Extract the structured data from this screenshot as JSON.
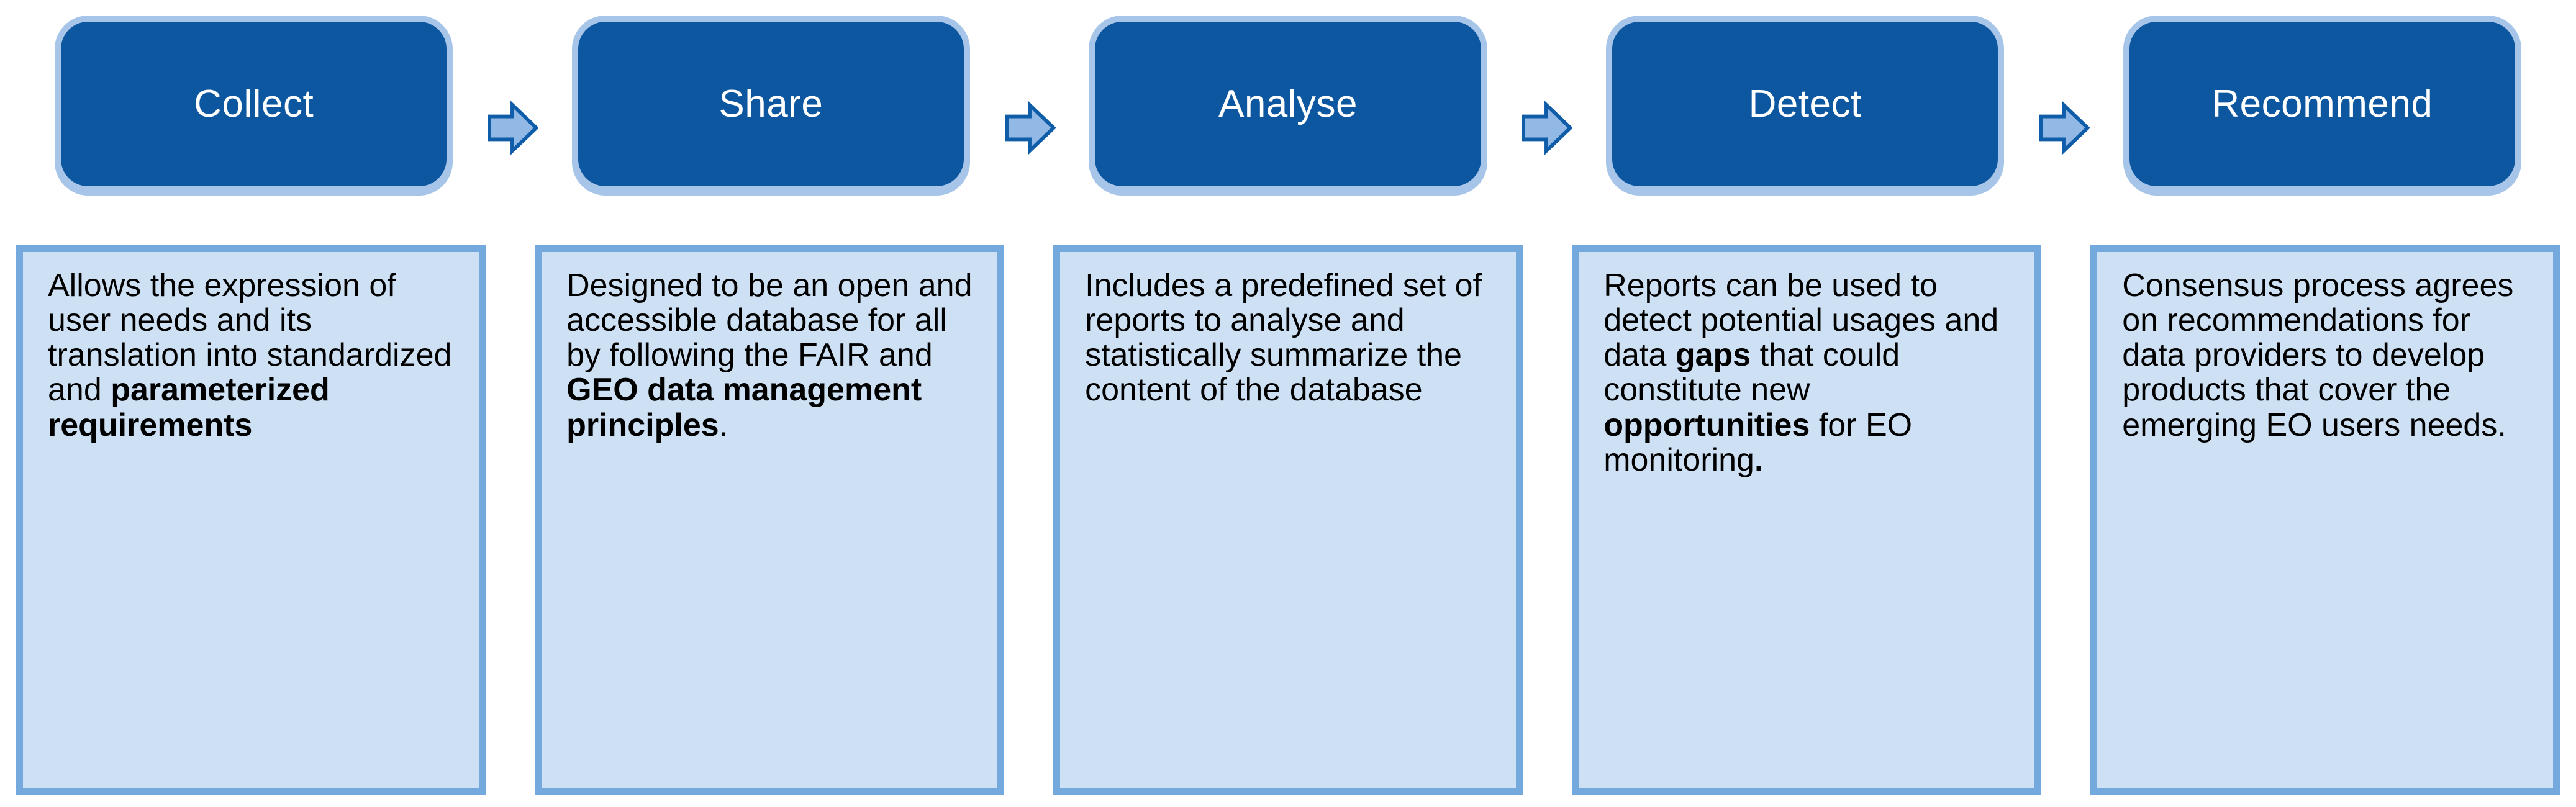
{
  "diagram": {
    "type": "process-flow",
    "connector_icon": "right-block-arrow",
    "colors": {
      "background": "#FFFFFF",
      "header_fill": "#0D57A1",
      "header_border": "#A6C5E8",
      "header_text": "#FFFFFF",
      "description_fill": "#CEE0F3",
      "description_border": "#73A9DC",
      "description_text": "#000000",
      "arrow_fill": "#92B9E5",
      "arrow_stroke": "#0F5CA8"
    },
    "stages": [
      {
        "id": "collect",
        "title": "Collect",
        "description_segments": [
          {
            "text": "Allows the expression of user needs and its translation into standardized and ",
            "bold": false
          },
          {
            "text": "parameterized requirements",
            "bold": true
          }
        ]
      },
      {
        "id": "share",
        "title": "Share",
        "description_segments": [
          {
            "text": "Designed to be an open and accessible database for all by following the FAIR and ",
            "bold": false
          },
          {
            "text": "GEO data management principles",
            "bold": true
          },
          {
            "text": ".",
            "bold": false
          }
        ]
      },
      {
        "id": "analyse",
        "title": "Analyse",
        "description_segments": [
          {
            "text": "Includes a predefined set of reports to analyse and statistically summarize the content of the database",
            "bold": false
          }
        ]
      },
      {
        "id": "detect",
        "title": "Detect",
        "description_segments": [
          {
            "text": "Reports can be used to detect potential usages and data ",
            "bold": false
          },
          {
            "text": "gaps",
            "bold": true
          },
          {
            "text": " that could constitute new ",
            "bold": false
          },
          {
            "text": "opportunities",
            "bold": true
          },
          {
            "text": " for EO monitoring",
            "bold": false
          },
          {
            "text": ".",
            "bold": true
          }
        ]
      },
      {
        "id": "recommend",
        "title": "Recommend",
        "description_segments": [
          {
            "text": "Consensus process agrees on recommendations for data providers to develop products that cover the emerging EO users needs.",
            "bold": false
          }
        ]
      }
    ]
  }
}
